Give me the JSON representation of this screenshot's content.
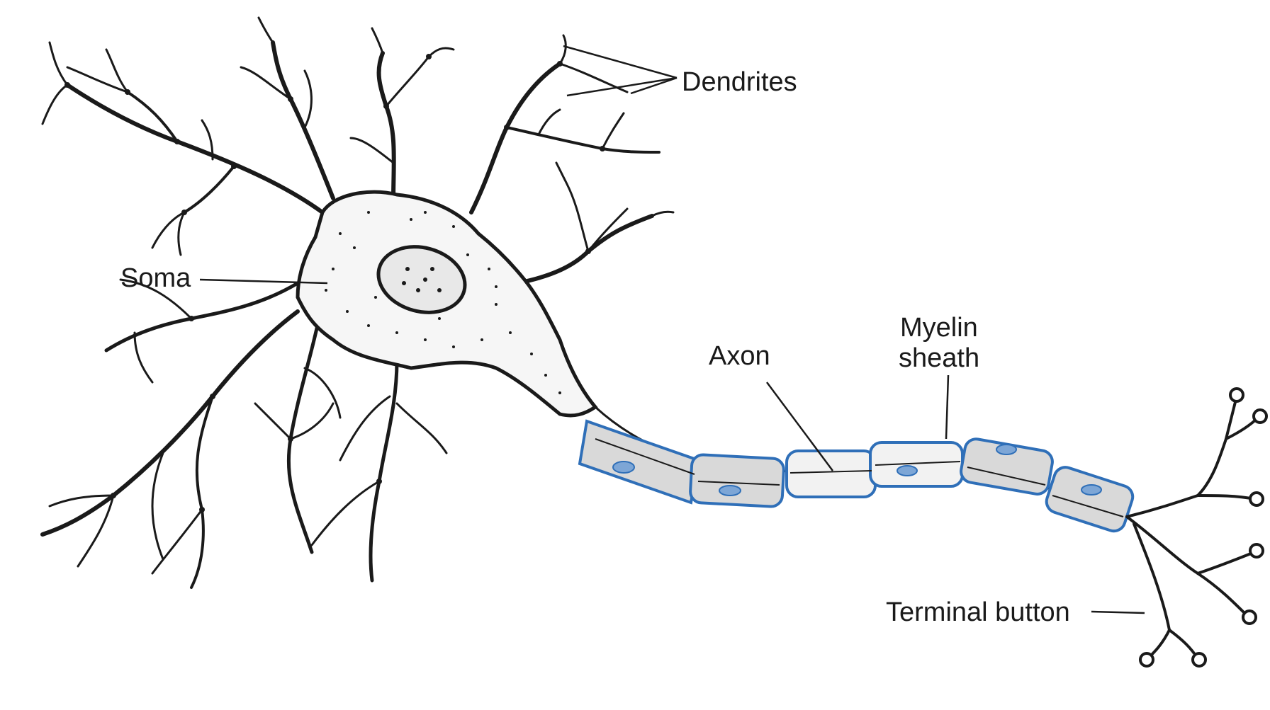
{
  "labels": {
    "dendrites": "Dendrites",
    "soma": "Soma",
    "axon": "Axon",
    "myelin_line1": "Myelin",
    "myelin_line2": "sheath",
    "terminal": "Terminal button"
  },
  "colors": {
    "ink": "#1a1a1a",
    "myelin_outline": "#2f6fb8",
    "myelin_fill": "#d9d9d9",
    "background": "#ffffff"
  }
}
